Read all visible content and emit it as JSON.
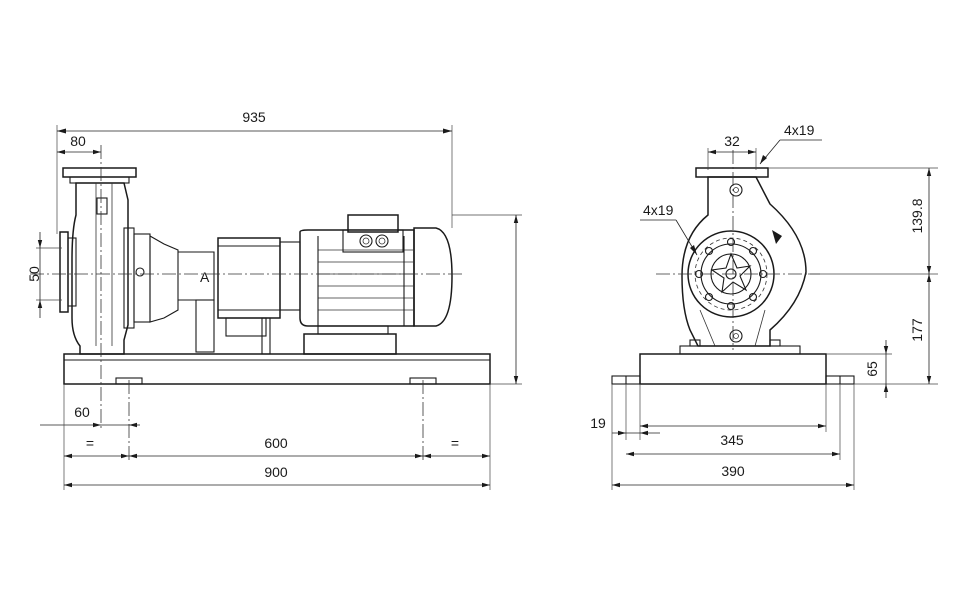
{
  "dimensions": {
    "overall_length": "935",
    "suction_offset": "80",
    "suction_dia": "50",
    "foot_offset": "60",
    "equal_left": "=",
    "bolt_spacing": "600",
    "equal_right": "=",
    "base_length": "900",
    "flange_dia": "32",
    "flange_bolts_top": "4x19",
    "flange_bolts_side": "4x19",
    "discharge_height": "139.8",
    "shaft_height": "177",
    "base_height": "65",
    "slot_width": "19",
    "base_inner_width": "345",
    "base_width": "390"
  }
}
